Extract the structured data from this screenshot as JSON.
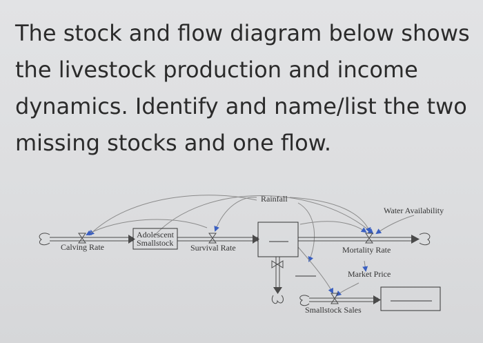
{
  "question": {
    "lines": [
      "The stock and flow diagram below shows",
      "the livestock production and income",
      "dynamics. Identify and name/list the two",
      "missing stocks and one flow."
    ]
  },
  "diagram": {
    "stocks": {
      "adolescent_line1": "Adolescent",
      "adolescent_line2": "Smallstock"
    },
    "flows": {
      "calving_rate": "Calving Rate",
      "survival_rate": "Survival Rate",
      "mortality_rate": "Mortality Rate",
      "smallstock_sales": "Smallstock Sales"
    },
    "variables": {
      "rainfall": "Rainfall",
      "water_availability": "Water Availability",
      "market_price": "Market Price"
    },
    "colors": {
      "link_arrow": "#3a5fc0",
      "line": "#4a4a4a"
    }
  }
}
